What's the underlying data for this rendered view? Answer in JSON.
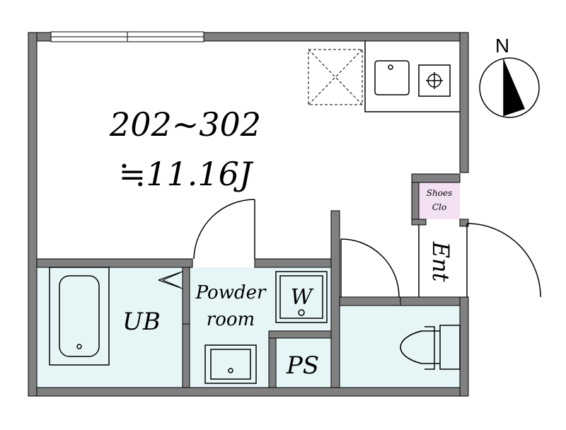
{
  "room": {
    "units": "202~302",
    "area": "≒11.16J"
  },
  "labels": {
    "bath": "UB",
    "powder_line1": "Powder",
    "powder_line2": "room",
    "washer": "W",
    "pipe_space": "PS",
    "shoes_line1": "Shoes",
    "shoes_line2": "Clo",
    "entrance": "Ent",
    "north": "N"
  },
  "colors": {
    "wall": "#808080",
    "wet_area": "#e6f6f6",
    "shoes_closet": "#f3e1f3",
    "line": "#000000"
  }
}
